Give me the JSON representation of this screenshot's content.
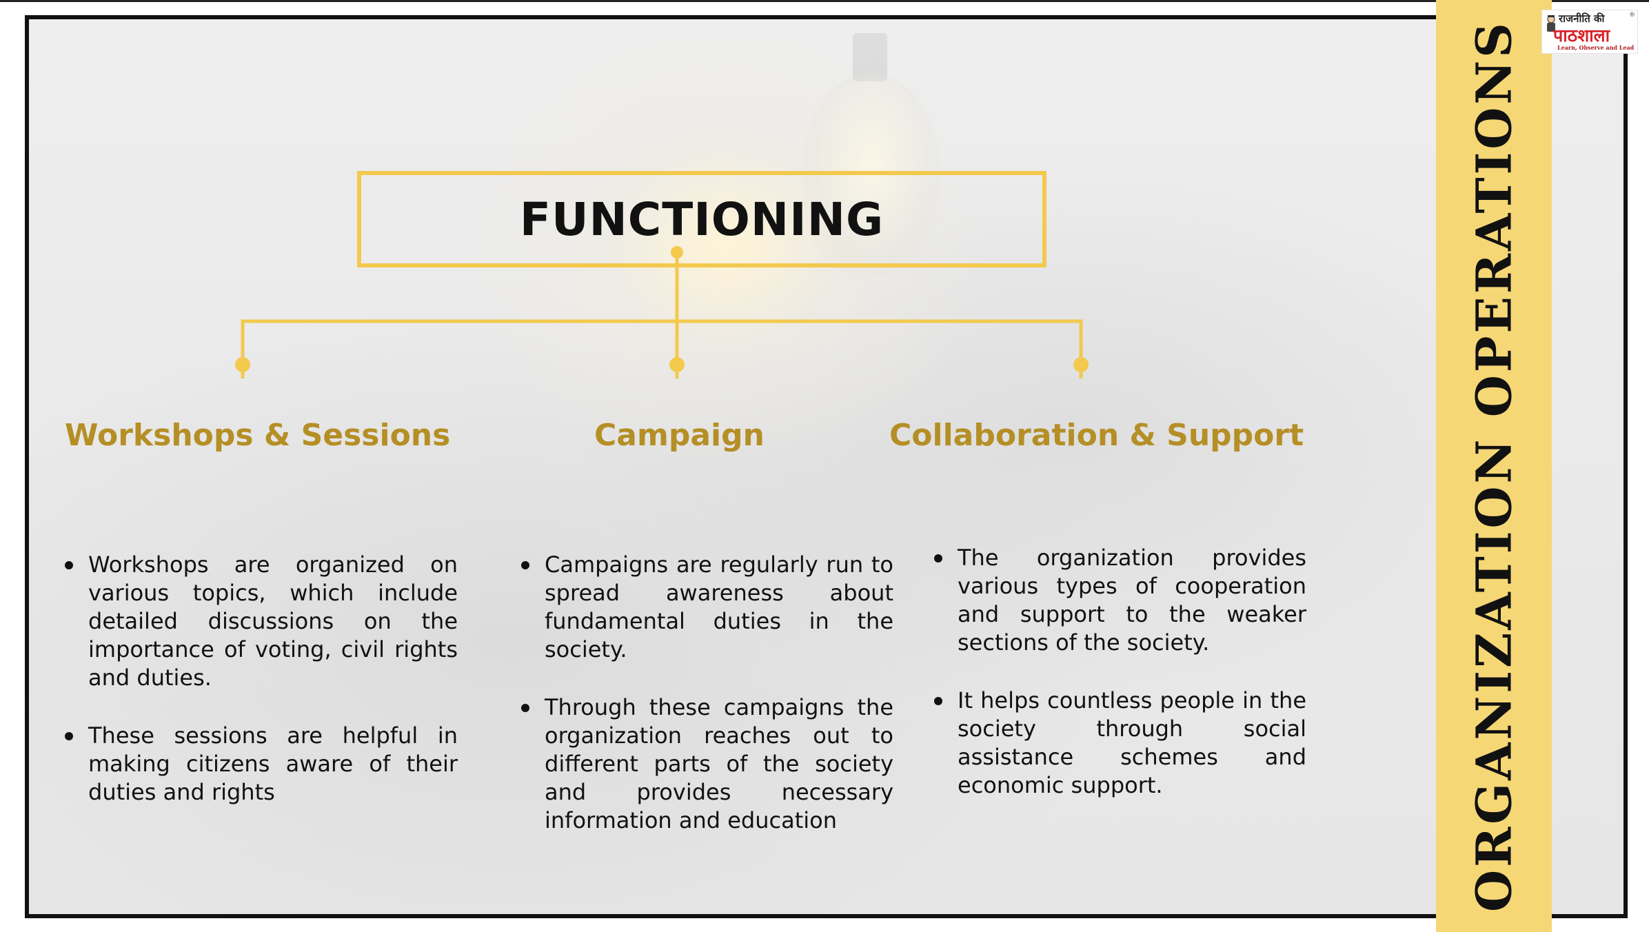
{
  "diagram": {
    "title": "FUNCTIONING",
    "branches": [
      {
        "heading": "Workshops & Sessions",
        "points": [
          "Workshops are organized on various topics, which include detailed discussions on the importance of voting, civil rights and duties.",
          "These sessions are helpful in making citizens aware of their duties and rights"
        ]
      },
      {
        "heading": "Campaign",
        "points": [
          "Campaigns are regularly run to spread awareness about fundamental duties in the society.",
          "Through these campaigns the organization reaches out to different parts of the society and provides necessary information and education"
        ]
      },
      {
        "heading": "Collaboration & Support",
        "points": [
          "The organization provides various types of cooperation and support to the weaker sections of the society.",
          "It helps countless people in the society through social assistance schemes and economic support."
        ]
      }
    ],
    "connector_color": "#f3c94e",
    "heading_color": "#b58f26"
  },
  "side_banner": {
    "title": "ORGANIZATION OPERATIONS",
    "band_color": "#f6d776"
  },
  "logo": {
    "line1": "राजनीति की",
    "line2": "पाठशाला",
    "registered": "®",
    "tagline": "Learn, Observe and Lead",
    "icon": "mascot-icon",
    "brand_color": "#d81f26"
  }
}
